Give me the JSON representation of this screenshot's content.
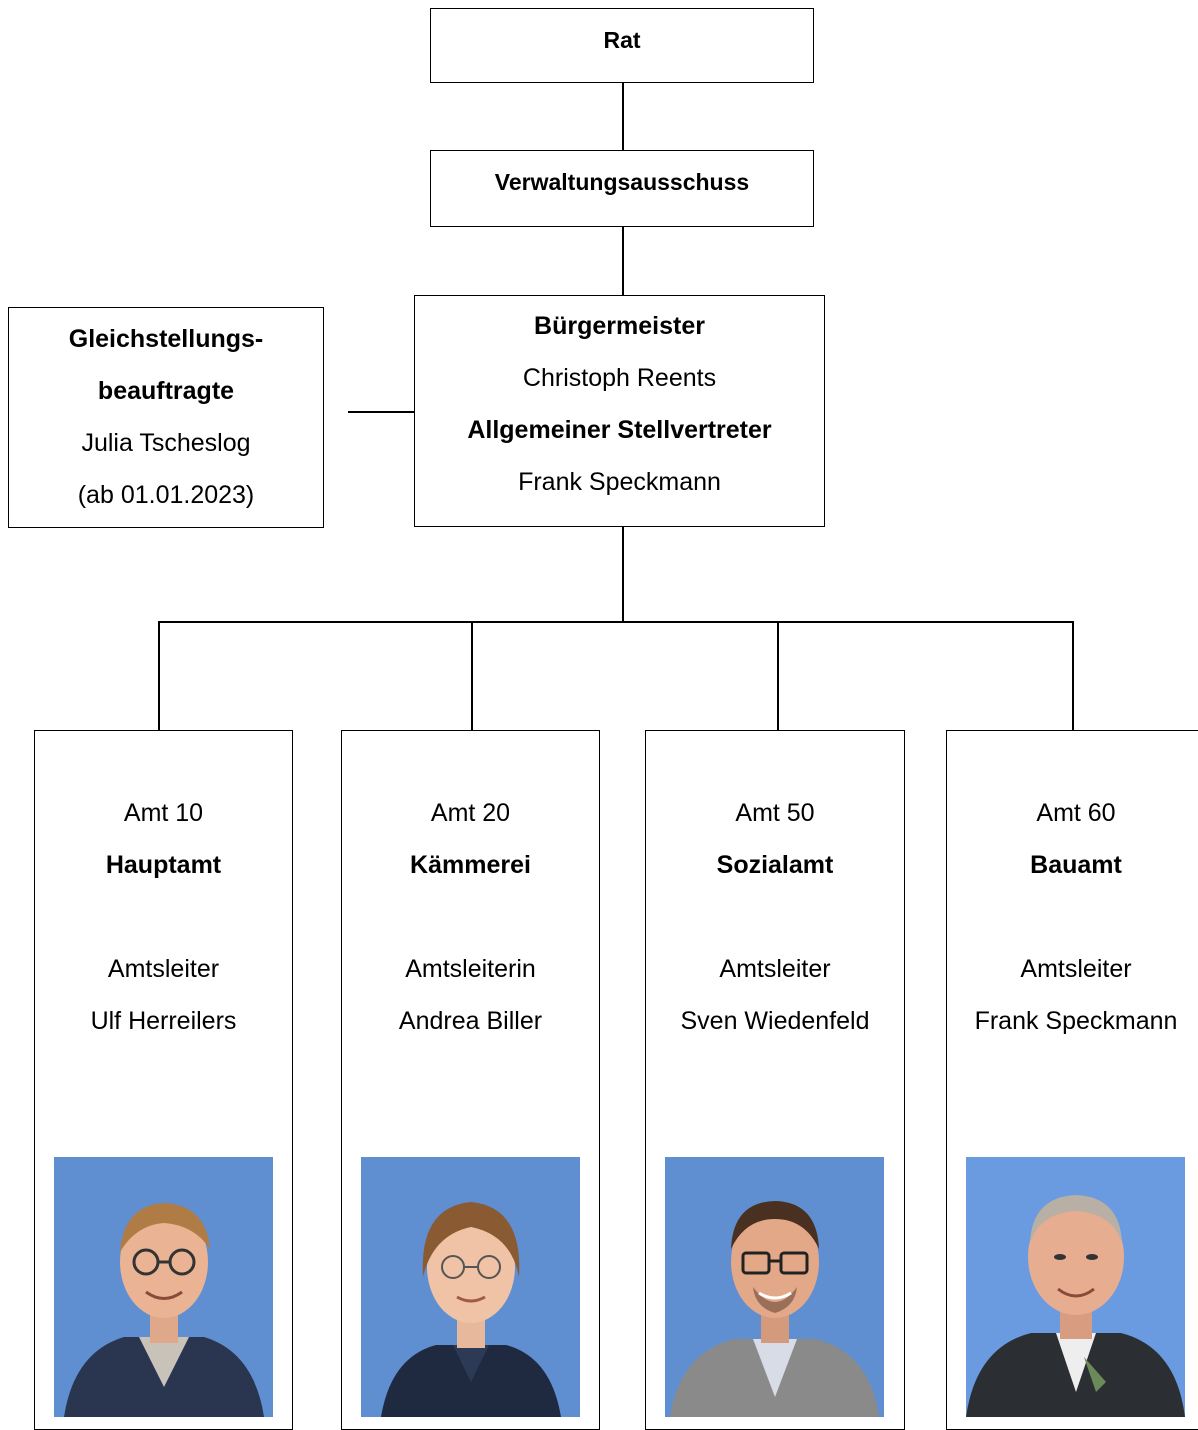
{
  "rat": {
    "title": "Rat"
  },
  "verwaltungsausschuss": {
    "title": "Verwaltungsausschuss"
  },
  "buergermeister": {
    "role": "Bürgermeister",
    "name": "Christoph Reents",
    "deputy_role": "Allgemeiner Stellvertreter",
    "deputy_name": "Frank Speckmann"
  },
  "gleichstellung": {
    "role_line1": "Gleichstellungs-",
    "role_line2": "beauftragte",
    "name": "Julia Tscheslog",
    "note": "(ab 01.01.2023)"
  },
  "aemter": [
    {
      "number": "Amt 10",
      "name": "Hauptamt",
      "head_title": "Amtsleiter",
      "head_name": "Ulf Herreilers"
    },
    {
      "number": "Amt 20",
      "name": "Kämmerei",
      "head_title": "Amtsleiterin",
      "head_name": "Andrea Biller"
    },
    {
      "number": "Amt 50",
      "name": "Sozialamt",
      "head_title": "Amtsleiter",
      "head_name": "Sven Wiedenfeld"
    },
    {
      "number": "Amt 60",
      "name": "Bauamt",
      "head_title": "Amtsleiter",
      "head_name": "Frank Speckmann"
    }
  ],
  "colors": {
    "line": "#000000",
    "photo_background": "#5f8fd0"
  }
}
